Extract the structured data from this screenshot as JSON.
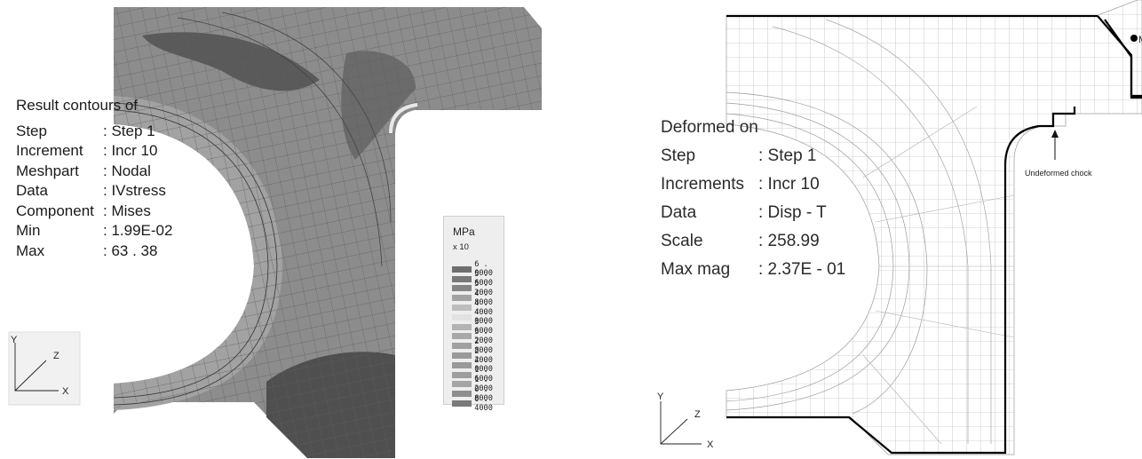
{
  "left_panel": {
    "title": "Result contours of",
    "rows": [
      {
        "key": "Step",
        "value": ": Step 1"
      },
      {
        "key": "Increment",
        "value": ": Incr 10"
      },
      {
        "key": "Meshpart",
        "value": ": Nodal"
      },
      {
        "key": "Data",
        "value": ": IVstress"
      },
      {
        "key": "Component",
        "value": ": Mises"
      },
      {
        "key": "Min",
        "value": ": 1.99E-02"
      },
      {
        "key": "Max",
        "value": ":    63  . 38"
      }
    ],
    "legend": {
      "unit": "MPa",
      "scale": "x 10",
      "values": [
        "6 . 0000",
        "5 . 6000",
        "5 . 2000",
        "4 . 8000",
        "4 . 4000",
        "4 . 0000",
        "3 . 6000",
        "3 . 2000",
        "2 . 8000",
        "2 . 4000",
        "2 . 0000",
        "1 . 6000",
        "1 . 2000",
        "0 . 8000",
        "0 . 4000"
      ],
      "colors": [
        "#6e6e6e",
        "#787878",
        "#858585",
        "#a2a2a2",
        "#bdbdbd",
        "#e2e2e2",
        "#b3b3b3",
        "#a9a9a9",
        "#a0a0a0",
        "#9a9a9a",
        "#999999",
        "#9e9e9e",
        "#a5a5a5",
        "#8d8d8d",
        "#7a7a7a"
      ]
    },
    "axes": {
      "y": "Y",
      "z": "Z",
      "x": "X"
    }
  },
  "right_panel": {
    "title": "Deformed on",
    "rows": [
      {
        "key": "Step",
        "value": ": Step 1"
      },
      {
        "key": "Increments",
        "value": ": Incr 10"
      },
      {
        "key": "Data",
        "value": ": Disp - T"
      },
      {
        "key": "Scale",
        "value": ": 258.99"
      },
      {
        "key": "Max mag",
        "value": ": 2.37E - 01"
      }
    ],
    "annotation": "Undeformed chock",
    "marker_label": "M",
    "axes": {
      "y": "Y",
      "z": "Z",
      "x": "X"
    }
  },
  "colors": {
    "mesh_dark": "#3a3a3a",
    "mesh_mid": "#8a8a8a",
    "mesh_light": "#b4b4b4",
    "outline": "#000000"
  }
}
